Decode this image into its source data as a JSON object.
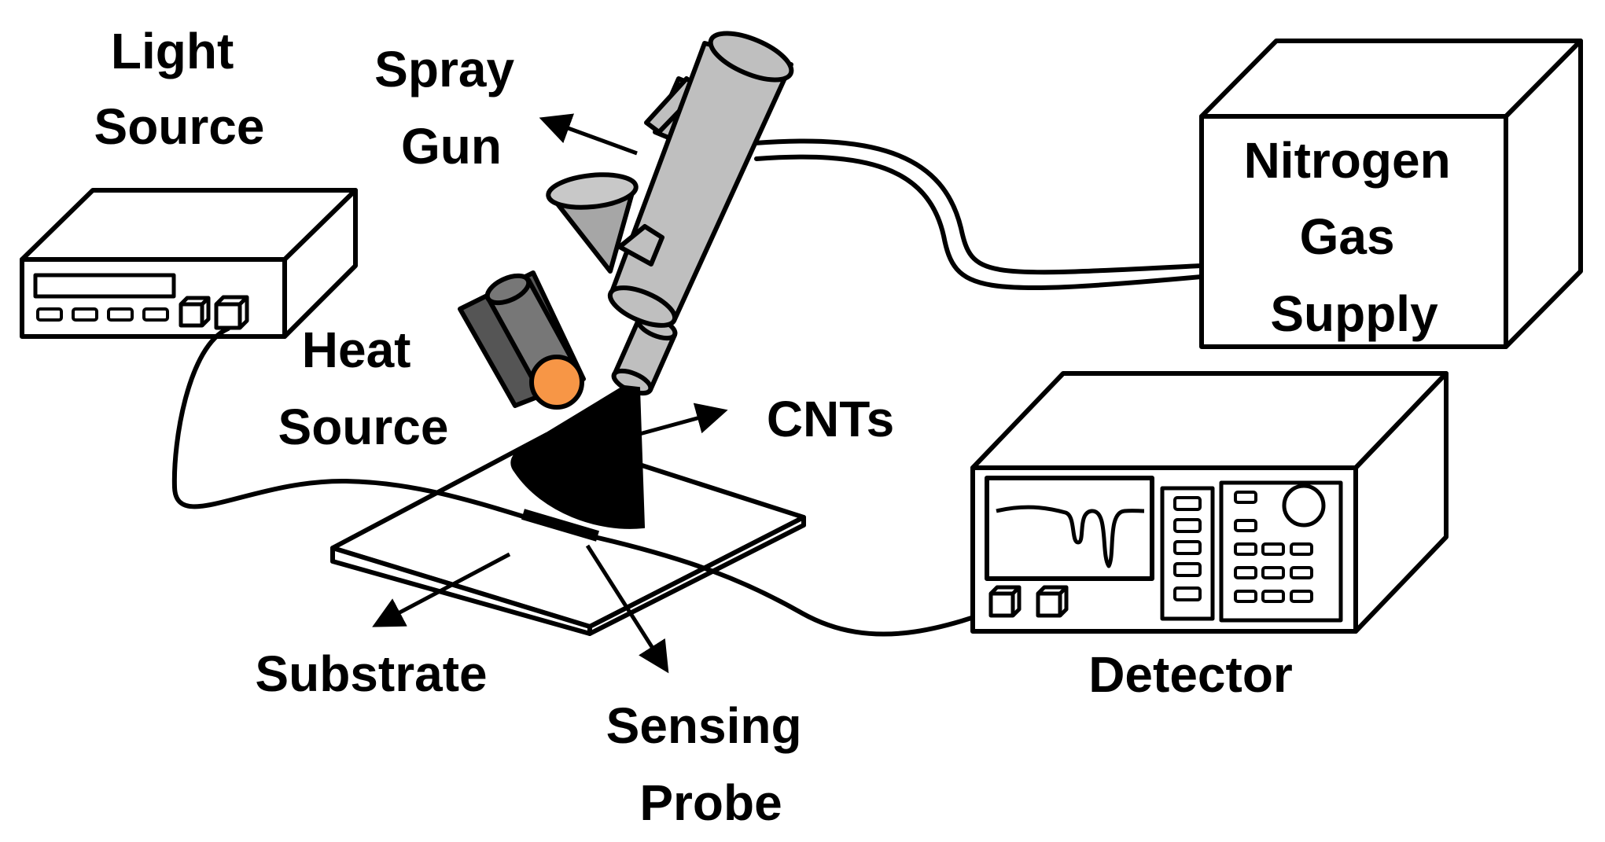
{
  "labels": {
    "light_source": [
      "Light",
      "Source"
    ],
    "spray_gun": [
      "Spray",
      "Gun"
    ],
    "nitrogen_gas_supply": [
      "Nitrogen",
      "Gas",
      "Supply"
    ],
    "heat_source": [
      "Heat",
      "Source"
    ],
    "cnts": [
      "CNTs"
    ],
    "substrate": [
      "Substrate"
    ],
    "sensing_probe": [
      "Sensing",
      "Probe"
    ],
    "detector": [
      "Detector"
    ]
  },
  "colors": {
    "line": "#000000",
    "gun_body": "#bfbfbf",
    "heat_housing": "#555555",
    "heat_tube": "#777777",
    "heat_lens": "#f79646",
    "funnel": "#a6a6a6",
    "background": "#ffffff"
  }
}
